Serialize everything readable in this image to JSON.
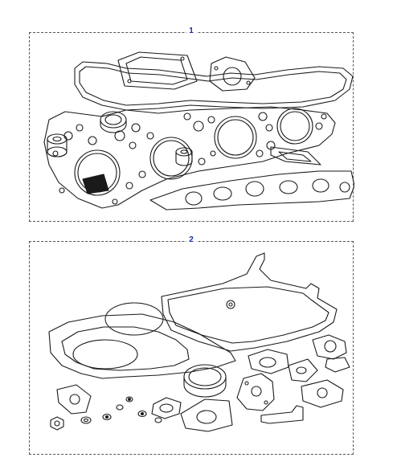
{
  "panels": [
    {
      "label": "1",
      "content": "gasket-set-upper"
    },
    {
      "label": "2",
      "content": "gasket-set-lower"
    }
  ],
  "colors": {
    "line": "#1a1a1a",
    "label": "#1a2fa0",
    "border": "#555555"
  }
}
